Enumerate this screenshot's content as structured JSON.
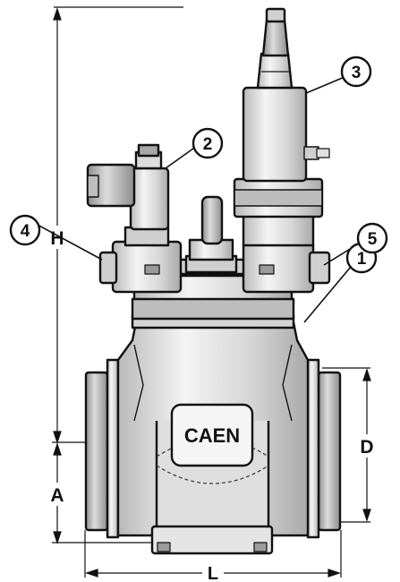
{
  "diagram": {
    "brand_label": "CAEN",
    "callouts": [
      {
        "id": "1",
        "label": "1"
      },
      {
        "id": "2",
        "label": "2"
      },
      {
        "id": "3",
        "label": "3"
      },
      {
        "id": "4",
        "label": "4"
      },
      {
        "id": "5",
        "label": "5"
      }
    ],
    "dimensions": {
      "height": "H",
      "offset": "A",
      "diameter": "D",
      "length": "L"
    },
    "colors": {
      "outline": "#111111",
      "body_fill": "#e6e6e6",
      "shade_fill": "#bdbdbd",
      "dark_fill": "#8a8a8a",
      "label_fill": "#f2f2f2"
    }
  }
}
